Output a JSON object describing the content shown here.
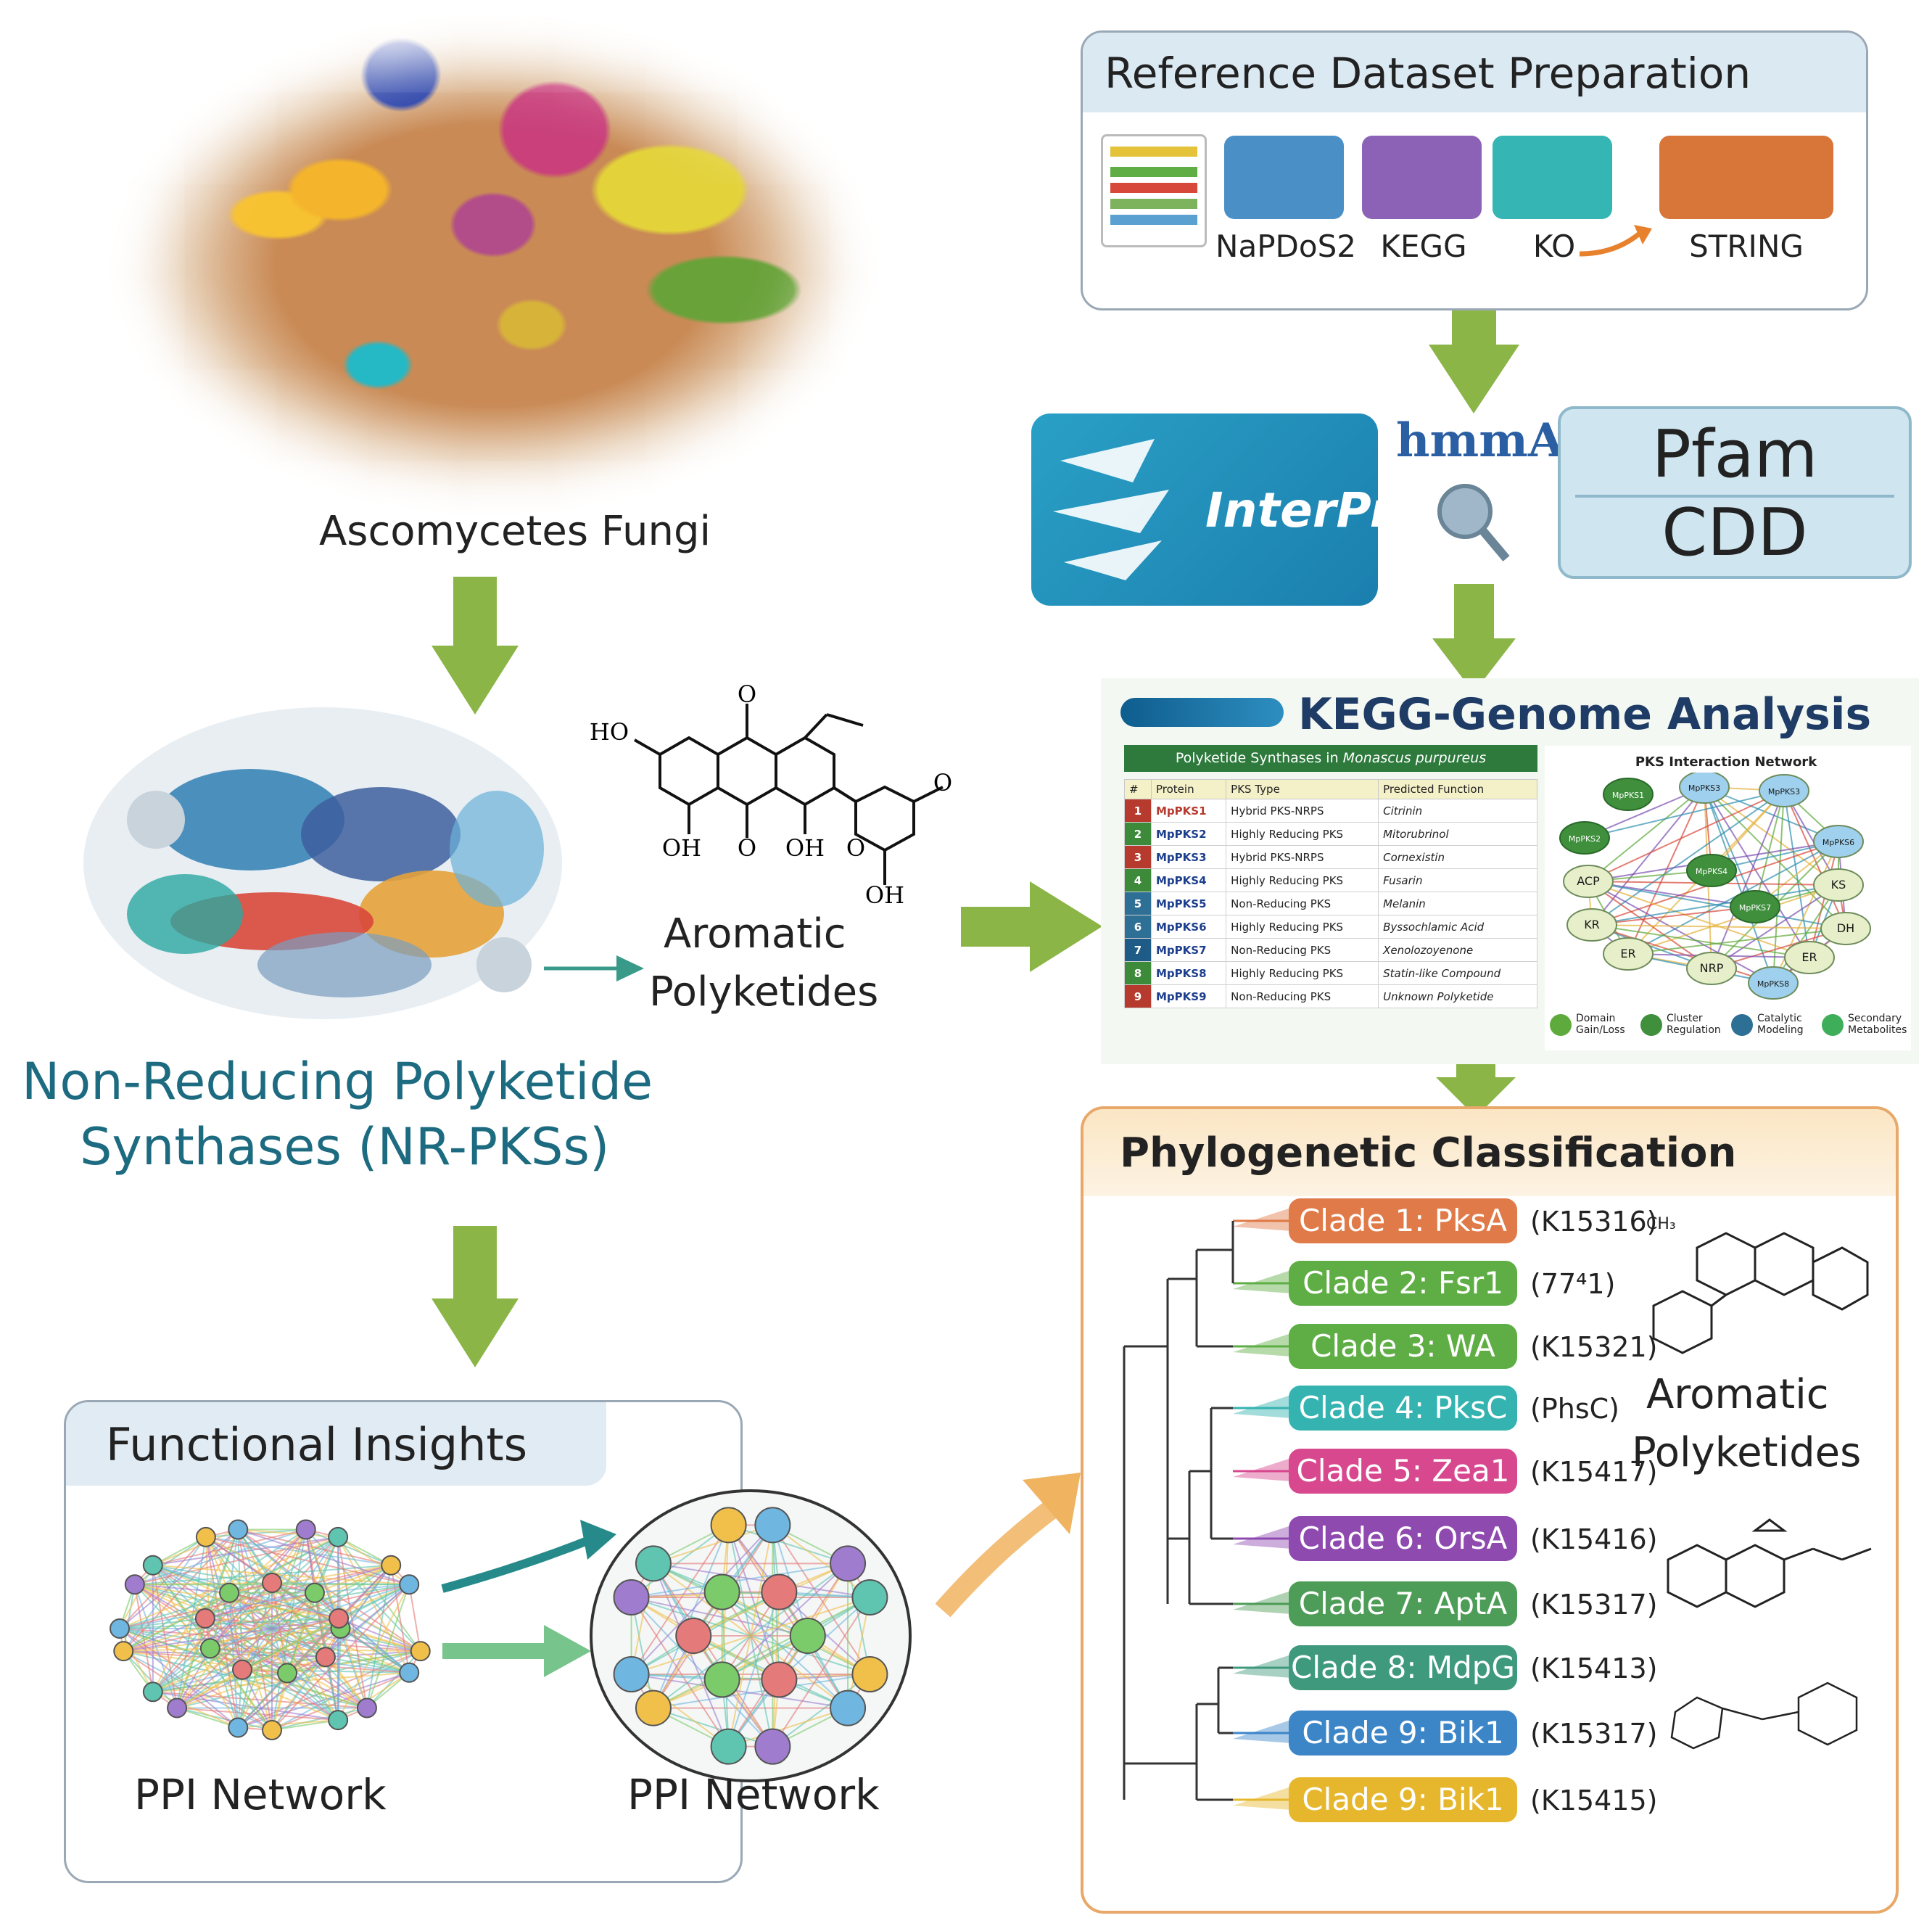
{
  "fungi": {
    "label": "Ascomycetes Fungi"
  },
  "nrpks": {
    "label_line1": "Non-Reducing Polyketide",
    "label_line2": "Synthases (NR-PKSs)"
  },
  "molecule": {
    "atoms": [
      "HO",
      "O",
      "O",
      "OH",
      "O",
      "OH",
      "O",
      "OH"
    ],
    "label_line1": "Aromatic",
    "label_line2": "Polyketides"
  },
  "reference": {
    "title": "Reference Dataset Preparation",
    "databases": [
      "NaPDoS2",
      "KEGG",
      "KO",
      "STRING"
    ],
    "colors": {
      "napdos": "#4a8fc6",
      "kegg": "#8b62b5",
      "ko": "#35b6b4",
      "string": "#d8763a"
    }
  },
  "tools": {
    "interpro": "InterPro",
    "hmm": "hmmA",
    "pfam": "Pfam",
    "cdd": "CDD"
  },
  "kegg": {
    "title": "KEGG-Genome Analysis",
    "table_title_prefix": "Polyketide Synthases in ",
    "table_title_species": "Monascus purpureus",
    "columns": [
      "#",
      "Protein",
      "PKS Type",
      "Predicted Function"
    ],
    "rows": [
      {
        "n": "1",
        "protein": "MpPKS1",
        "type": "Hybrid PKS-NRPS",
        "function": "Citrinin",
        "color": "#b63a2e"
      },
      {
        "n": "2",
        "protein": "MpPKS2",
        "type": "Highly Reducing PKS",
        "function": "Mitorubrinol",
        "color": "#3d8a3a"
      },
      {
        "n": "3",
        "protein": "MpPKS3",
        "type": "Hybrid PKS-NRPS",
        "function": "Cornexistin",
        "color": "#b63a2e"
      },
      {
        "n": "4",
        "protein": "MpPKS4",
        "type": "Highly Reducing PKS",
        "function": "Fusarin",
        "color": "#3d8a3a"
      },
      {
        "n": "5",
        "protein": "MpPKS5",
        "type": "Non-Reducing PKS",
        "function": "Melanin",
        "color": "#2e6f95"
      },
      {
        "n": "6",
        "protein": "MpPKS6",
        "type": "Highly Reducing PKS",
        "function": "Byssochlamic Acid",
        "color": "#2e6f95"
      },
      {
        "n": "7",
        "protein": "MpPKS7",
        "type": "Non-Reducing PKS",
        "function": "Xenolozoyenone",
        "color": "#1f5b87"
      },
      {
        "n": "8",
        "protein": "MpPKS8",
        "type": "Highly Reducing PKS",
        "function": "Statin-like Compound",
        "color": "#3d8a3a"
      },
      {
        "n": "9",
        "protein": "MpPKS9",
        "type": "Non-Reducing PKS",
        "function": "Unknown Polyketide",
        "color": "#b63a2e"
      }
    ],
    "network_title": "PKS Interaction Network",
    "network_nodes": [
      "MpPKS1",
      "MpPKS3",
      "MpPKS3",
      "MpPKS2",
      "MpPKS6",
      "ACP",
      "MpPKS4",
      "KS",
      "KR",
      "MpPKS7",
      "DH",
      "ER",
      "NRP",
      "ER",
      "MpPKS8"
    ],
    "legend": [
      {
        "l1": "Domain",
        "l2": "Gain/Loss"
      },
      {
        "l1": "Cluster",
        "l2": "Regulation"
      },
      {
        "l1": "Catalytic",
        "l2": "Modeling"
      },
      {
        "l1": "Secondary",
        "l2": "Metabolites"
      }
    ]
  },
  "phylo": {
    "title": "Phylogenetic Classification",
    "clades": [
      {
        "label": "Clade 1: PksA",
        "ko": "(K15316)",
        "color": "#e07a48"
      },
      {
        "label": "Clade 2: Fsr1",
        "ko": "(77⁴1)",
        "color": "#5fae45"
      },
      {
        "label": "Clade 3: WA",
        "ko": "(K15321)",
        "color": "#5fae45"
      },
      {
        "label": "Clade 4: PksC",
        "ko": "(PhsC)",
        "color": "#34b3b0"
      },
      {
        "label": "Clade 5: Zea1",
        "ko": "(K15417)",
        "color": "#d8488f"
      },
      {
        "label": "Clade 6: OrsA",
        "ko": "(K15416)",
        "color": "#8f4ab0"
      },
      {
        "label": "Clade 7: AptA",
        "ko": "(K15317)",
        "color": "#4d9c57"
      },
      {
        "label": "Clade 8: MdpG",
        "ko": "(K15413)",
        "color": "#3f9a7d"
      },
      {
        "label": "Clade 9: Bik1",
        "ko": "(K15317)",
        "color": "#3c86c8"
      },
      {
        "label": "Clade 9: Bik1",
        "ko": "(K15415)",
        "color": "#e6b72c"
      }
    ],
    "side_label_line1": "Aromatic",
    "side_label_line2": "Polyketides",
    "molecule_text": "CH₃"
  },
  "functional": {
    "title": "Functional Insights",
    "ppi_left": "PPI Network",
    "ppi_right": "PPI Network"
  },
  "arrow_color": "#8cb548"
}
